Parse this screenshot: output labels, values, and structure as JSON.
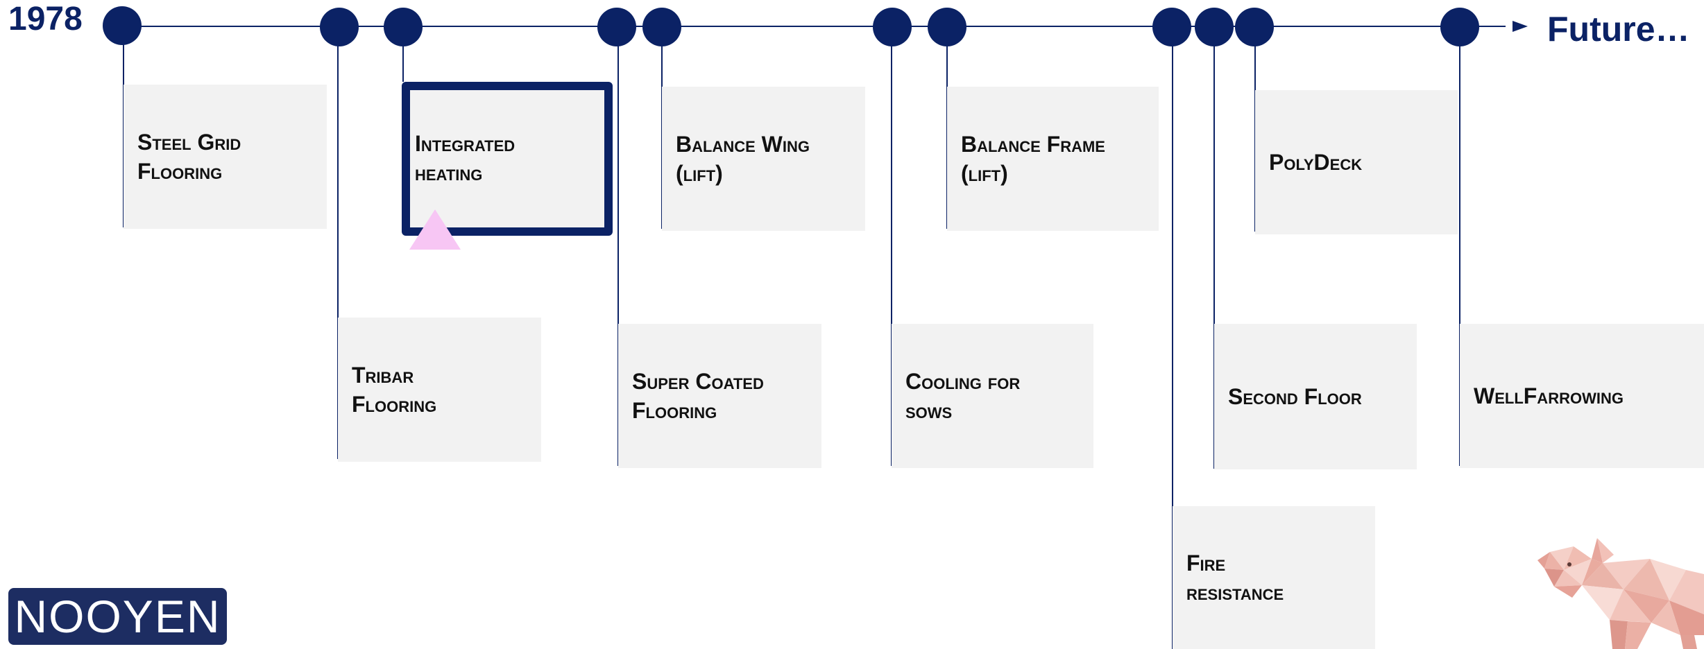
{
  "timeline": {
    "start_label": "1978",
    "end_label": "Future…"
  },
  "milestones": [
    {
      "id": "steel-grid-flooring",
      "label": "Steel Grid\nFlooring"
    },
    {
      "id": "tribar-flooring",
      "label": "Tribar\nFlooring"
    },
    {
      "id": "integrated-heating",
      "label": "Integrated\nheating"
    },
    {
      "id": "super-coated-flooring",
      "label": "Super Coated\nFlooring"
    },
    {
      "id": "balance-wing",
      "label": "Balance Wing\n(lift)"
    },
    {
      "id": "cooling-for-sows",
      "label": "Cooling for\nsows"
    },
    {
      "id": "balance-frame",
      "label": "Balance Frame\n(lift)"
    },
    {
      "id": "fire-resistance",
      "label": "Fire\nresistance"
    },
    {
      "id": "second-floor",
      "label": "Second Floor"
    },
    {
      "id": "polydeck",
      "label": "PolyDeck"
    },
    {
      "id": "wellfarrowing",
      "label": "WellFarrowing"
    }
  ],
  "logo": {
    "text": "NOOYEN"
  },
  "colors": {
    "primary": "#0b2265",
    "card": "#f2f2f2",
    "highlight_marker": "#f7c6f4",
    "pig": "#f2c1b8"
  },
  "icons": {
    "mascot": "polygon-pig-icon",
    "arrow": "arrow-right-icon"
  }
}
